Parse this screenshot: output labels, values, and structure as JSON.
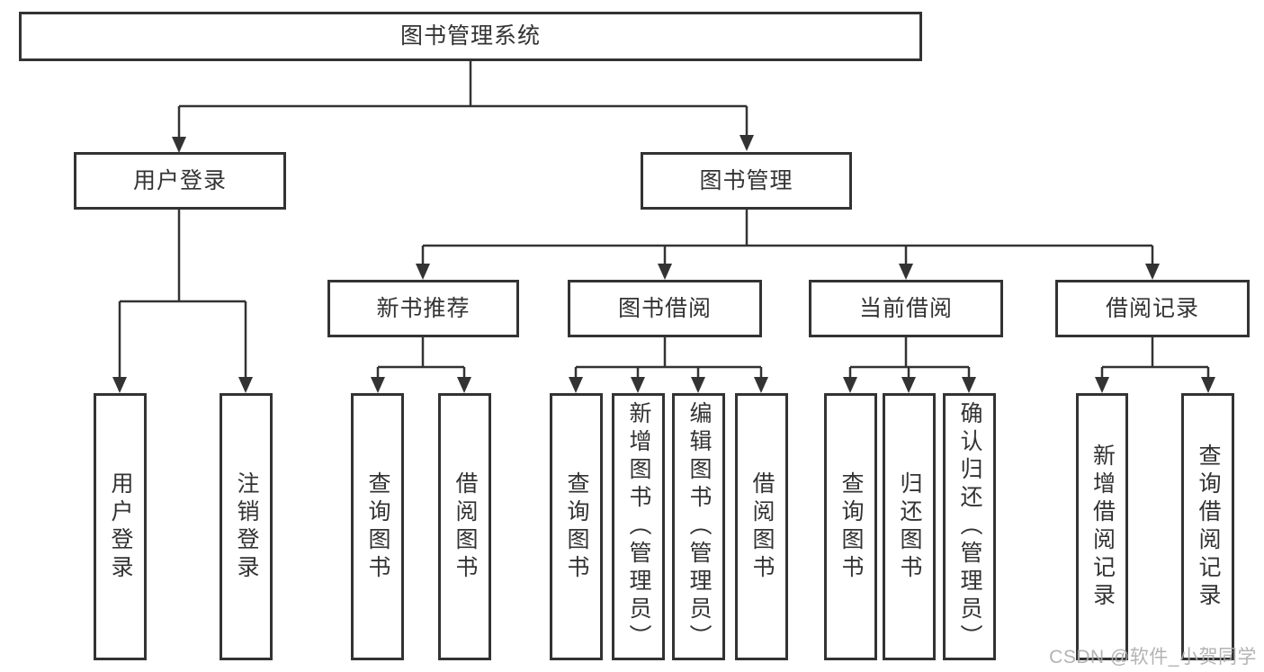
{
  "tree": {
    "label": "图书管理系统",
    "children": [
      {
        "label": "用户登录",
        "children": [
          {
            "label": "用户登录"
          },
          {
            "label": "注销登录"
          }
        ]
      },
      {
        "label": "图书管理",
        "children": [
          {
            "label": "新书推荐",
            "children": [
              {
                "label": "查询图书"
              },
              {
                "label": "借阅图书"
              }
            ]
          },
          {
            "label": "图书借阅",
            "children": [
              {
                "label": "查询图书"
              },
              {
                "label": "新增图书（管理员）"
              },
              {
                "label": "编辑图书（管理员）"
              },
              {
                "label": "借阅图书"
              }
            ]
          },
          {
            "label": "当前借阅",
            "children": [
              {
                "label": "查询图书"
              },
              {
                "label": "归还图书"
              },
              {
                "label": "确认归还（管理员）"
              }
            ]
          },
          {
            "label": "借阅记录",
            "children": [
              {
                "label": "新增借阅记录"
              },
              {
                "label": "查询借阅记录"
              }
            ]
          }
        ]
      }
    ]
  },
  "watermark": "CSDN @软件_小贺同学",
  "colors": {
    "line": "#333333",
    "box_border": "#333333",
    "box_fill": "#ffffff",
    "text": "#333333",
    "watermark": "#adadad"
  }
}
